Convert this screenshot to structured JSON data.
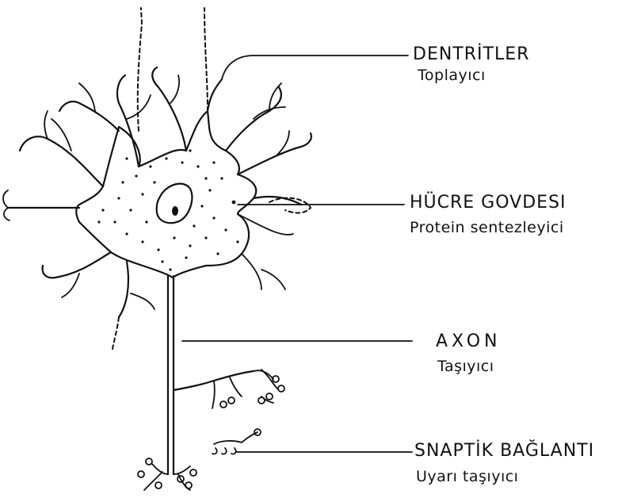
{
  "labels": {
    "dendrites": {
      "title": "DENTRİTLER",
      "subtitle": "Toplayıcı"
    },
    "cell_body": {
      "title": "HÜCRE GOVDESI",
      "subtitle": "Protein sentezleyici"
    },
    "axon": {
      "title": "AXON",
      "subtitle": "Taşıyıcı"
    },
    "synapse": {
      "title": "SNAPTİK BAĞLANTI",
      "subtitle": "Uyarı taşıyıcı"
    }
  }
}
